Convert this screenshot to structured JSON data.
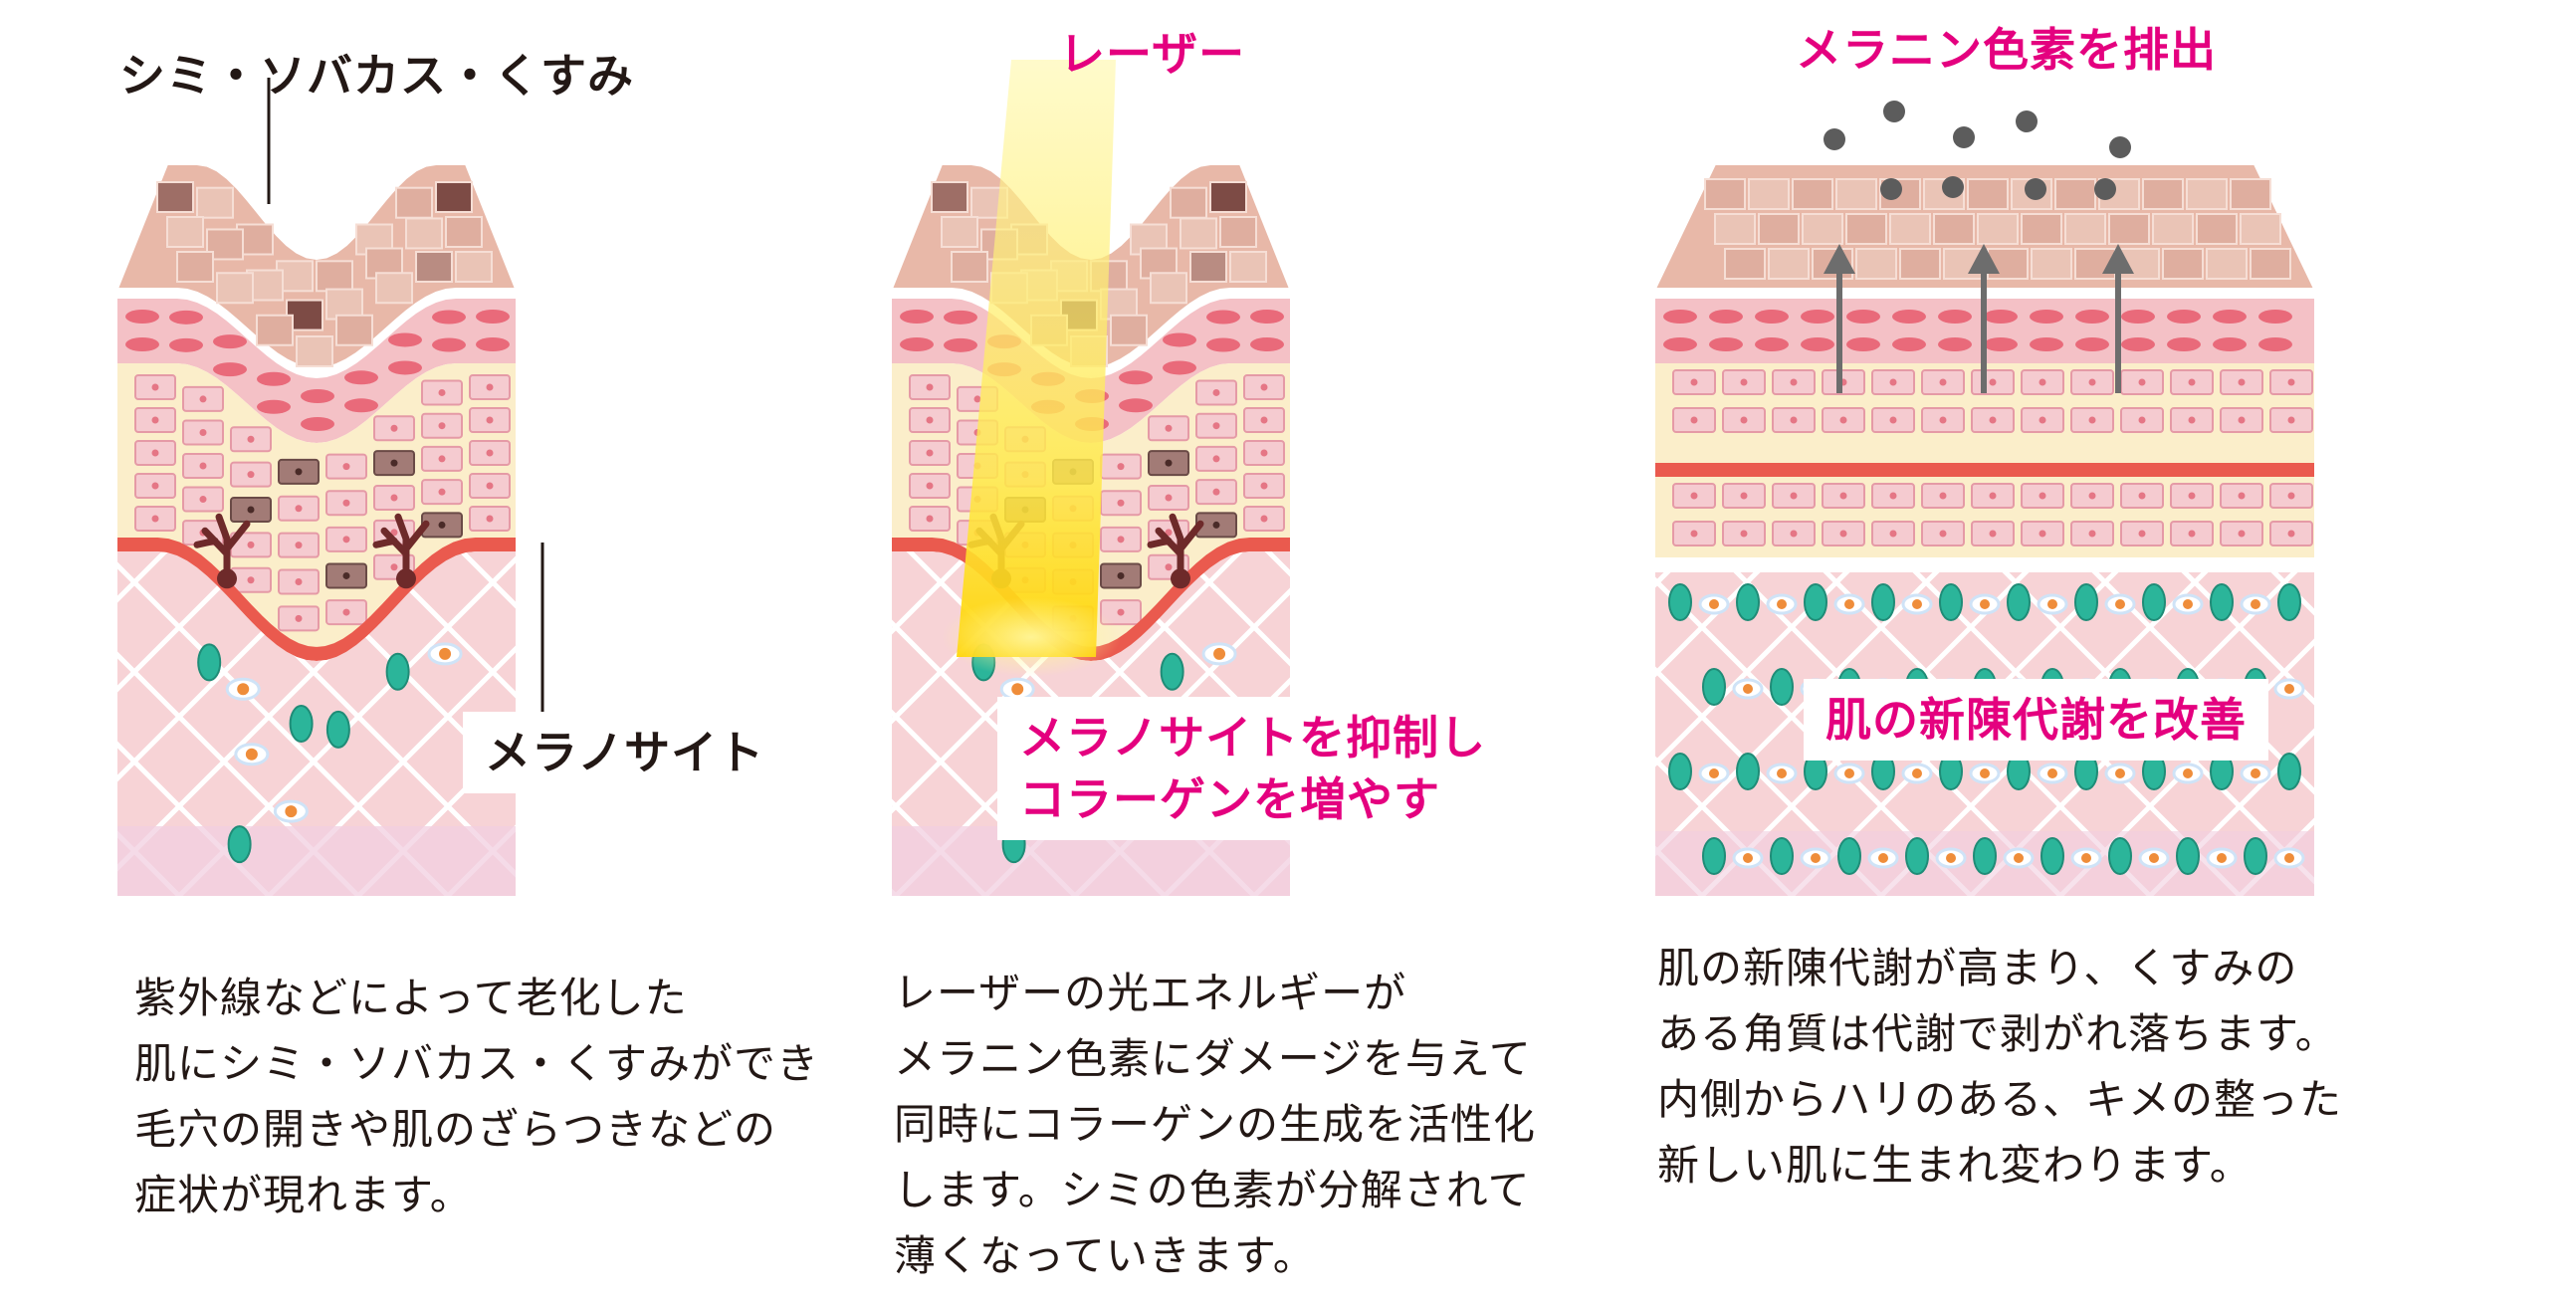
{
  "panels": [
    {
      "top_label": "シミ・ソバカス・くすみ",
      "callout": "メラノサイト",
      "description": [
        "紫外線などによって老化した",
        "肌にシミ・ソバカス・くすみができ",
        "毛穴の開きや肌のざらつきなどの",
        "症状が現れます。"
      ]
    },
    {
      "top_label": "レーザー",
      "callout": [
        "メラノサイトを抑制し",
        "コラーゲンを増やす"
      ],
      "description": [
        "レーザーの光エネルギーが",
        "メラニン色素にダメージを与えて",
        "同時にコラーゲンの生成を活性化",
        "します。シミの色素が分解されて",
        "薄くなっていきます。"
      ]
    },
    {
      "top_label": "メラニン色素を排出",
      "callout": "肌の新陳代謝を改善",
      "description": [
        "肌の新陳代謝が高まり、くすみの",
        "ある角質は代謝で剥がれ落ちます。",
        "内側からハリのある、キメの整った",
        "新しい肌に生まれ変わります。"
      ]
    }
  ],
  "colors": {
    "accent": "#e4007f",
    "skin_top": "#e8b8a8",
    "dermis": "#f6d2d6",
    "basal_line": "#ea5a4e",
    "fibroblast": "#2bb59a",
    "cell_nucleus": "#ef8d3a",
    "melanocyte": "#6e2a2a",
    "laser": "#fff27a",
    "arrow": "#6d6d6d"
  }
}
